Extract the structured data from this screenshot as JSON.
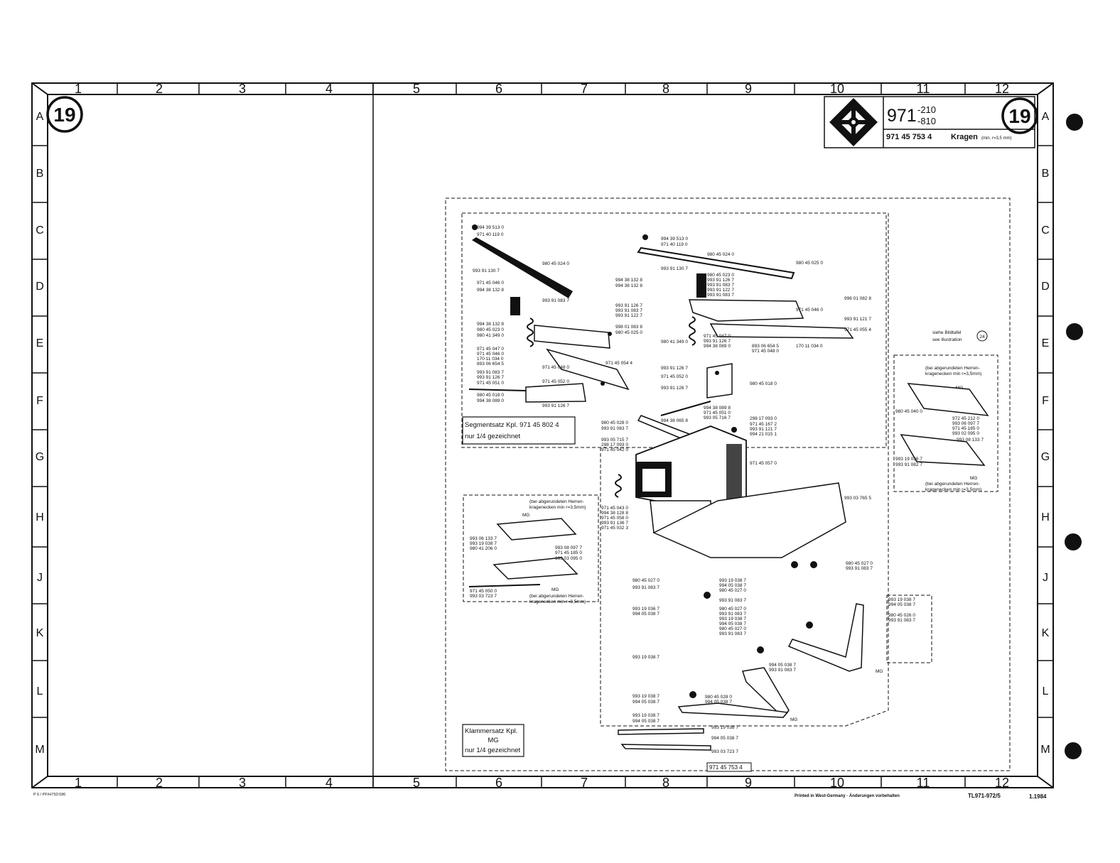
{
  "sheet": {
    "number": "19",
    "model": "971",
    "model_sup": "-210",
    "model_sub": "-810",
    "part_no": "971 45 753 4",
    "part_name": "Kragen",
    "part_name_note": "(min. r=3,5 mm)",
    "ref_no": "971 45 753 4"
  },
  "grid": {
    "columns": [
      "1",
      "2",
      "3",
      "4",
      "5",
      "6",
      "7",
      "8",
      "9",
      "10",
      "11",
      "12"
    ],
    "rows": [
      "A",
      "B",
      "C",
      "D",
      "E",
      "F",
      "G",
      "H",
      "J",
      "K",
      "L",
      "M"
    ]
  },
  "footer": {
    "left_code": "P 6 / PF/H792/186",
    "printed": "Printed in West-Germany · Änderungen vorbehalten",
    "doc_code": "TL971-972/5",
    "date": "1.1984"
  },
  "boxes": {
    "segment_1": "Segmentsatz Kpl. 971 45 802 4",
    "segment_2": "nur 1/4 gezeichnet",
    "clamp_1": "Klammersatz Kpl.",
    "clamp_2": "MG",
    "clamp_3": "nur 1/4 gezeichnet",
    "see_1": "siehe Bildtafel",
    "see_2": "see illustration",
    "see_no": "24"
  },
  "notes": {
    "rounded_1": "(bei abgerundeten Herren-",
    "rounded_2": "kragenecken min r=3,5mm)",
    "mg": "MG"
  },
  "labels": [
    "994 39 513 0",
    "971 40 119 0",
    "980 45 024 0",
    "993 91 130 7",
    "971 45 046 0",
    "994 38 132 8",
    "993 91 083 7",
    "993 91 126 7",
    "993 91 083 7",
    "993 91 122 7",
    "994 38 132 8",
    "980 45 023 0",
    "980 41 349 0",
    "998 01 083 8",
    "980 45 025 0",
    "971 45 047 0",
    "971 45 046 0",
    "170 11 034 0",
    "893 06 654 5",
    "971 45 048 0",
    "971 45 054 4",
    "993 91 083 7",
    "993 91 126 7",
    "971 45 051 0",
    "971 45 052 0",
    "980 45 018 0",
    "994 38 089 0",
    "993 91 126 7",
    "994 39 513 0",
    "971 40 119 0",
    "980 45 024 0",
    "993 91 130 7",
    "980 45 025 0",
    "994 38 132 8",
    "994 38 132 8",
    "980 45 023 0",
    "993 91 126 7",
    "993 91 083 7",
    "993 91 122 7",
    "993 91 083 7",
    "996 01 082 8",
    "971 45 046 0",
    "993 91 121 7",
    "971 45 055 4",
    "980 41 349 0",
    "971 45 047 0",
    "993 91 126 7",
    "994 38 089 0",
    "893 06 654 5",
    "971 45 048 0",
    "170 11 034 0",
    "993 91 126 7",
    "971 45 052 0",
    "980 45 018 0",
    "993 91 126 7",
    "994 38 089 8",
    "971 45 051 0",
    "993 05 716 7",
    "980 45 028 0",
    "993 91 083 7",
    "994 38 065 8",
    "298 17 093 0",
    "971 45 167 2",
    "993 91 121 7",
    "994 21 015 1",
    "993 05 715 7",
    "298 17 093 0",
    "971 45 042 0",
    "971 45 057 0",
    "993 03 765 5",
    "971 45 043 0",
    "994 38 128 8",
    "971 45 058 0",
    "993 91 136 7",
    "971 45 032 3",
    "993 06 133 7",
    "993 19 038 7",
    "980 41 206 0",
    "993 08 097 7",
    "971 45 185 0",
    "993 03 095 0",
    "971 45 050 0",
    "993 03 723 7",
    "980 45 027 0",
    "993 91 083 7",
    "993 19 038 7",
    "994 05 038 7",
    "980 45 027 0",
    "993 91 083 7",
    "980 45 027 0",
    "993 91 083 7",
    "993 19 036 7",
    "994 05 038 7",
    "980 45 027 0",
    "993 91 083 7",
    "993 19 038 7",
    "994 05 038 7",
    "980 45 027 0",
    "993 91 083 7",
    "993 19 038 7",
    "994 05 038 7",
    "980 45 026 0",
    "993 91 083 7",
    "993 19 038 7",
    "994 05 038 7",
    "993 91 083 7",
    "993 19 038 7",
    "994 05 038 7",
    "980 45 028 0",
    "994 05 038 7",
    "993 19 038 7",
    "994 05 038 7",
    "993 19 038 7",
    "994 05 038 7",
    "993 03 723 7",
    "980 45 040 0",
    "972 45 212 0",
    "993 06 097 7",
    "971 45 185 0",
    "993 02 095 0",
    "993 08 133 7",
    "993 19 036 7",
    "993 91 082 7",
    "980 41 206 0",
    "971 45 185 0"
  ]
}
